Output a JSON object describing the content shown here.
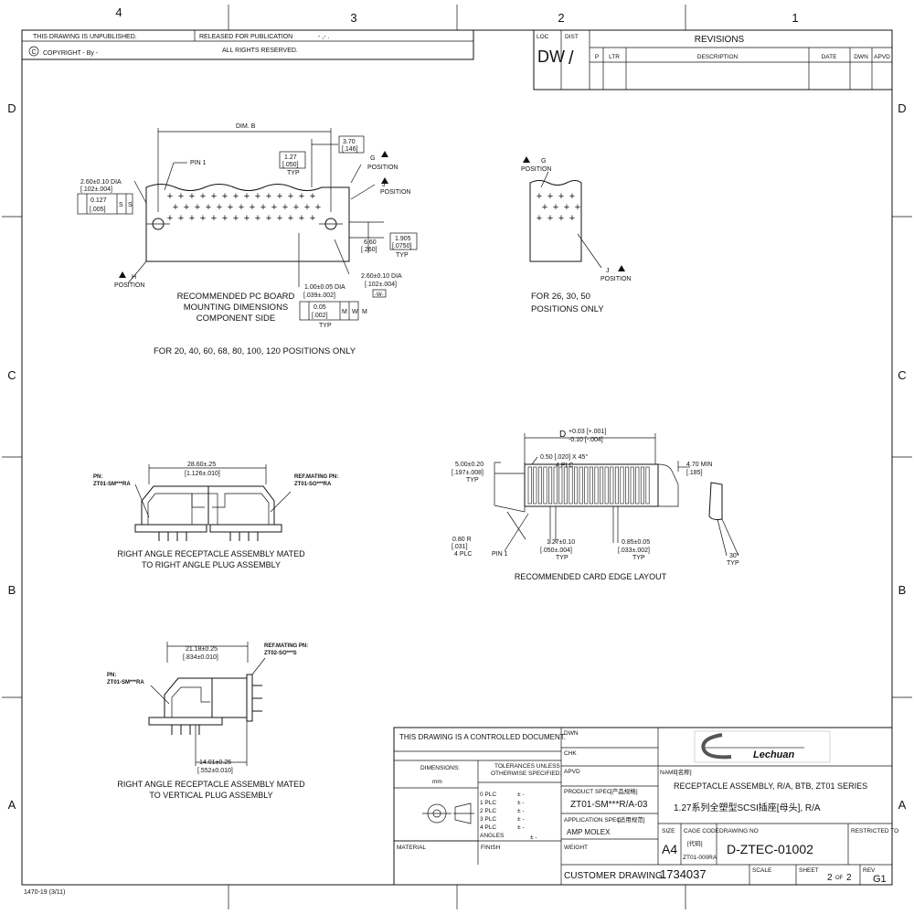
{
  "zones": {
    "top": [
      "4",
      "3",
      "2",
      "1"
    ],
    "side": [
      "D",
      "C",
      "B",
      "A"
    ]
  },
  "header": {
    "unpublished": "THIS DRAWING IS UNPUBLISHED.",
    "released": "RELEASED FOR PUBLICATION",
    "released_value": "- ,-   .",
    "copyright": "COPYRIGHT  -     By  -",
    "copyright_symbol": "C",
    "rights": "ALL RIGHTS RESERVED.",
    "loc_label": "LOC",
    "loc_value": "DW",
    "dist_label": "DIST",
    "dist_value": "/"
  },
  "revisions": {
    "title": "REVISIONS",
    "columns": [
      "P",
      "LTR",
      "DESCRIPTION",
      "DATE",
      "DWN",
      "APVD"
    ]
  },
  "view1": {
    "dim_b": "DIM. B",
    "pin1": "PIN 1",
    "hole_dia": "2.60±0.10 DIA",
    "hole_dia_in": "[.102±.004]",
    "fcf1_val": "0.127",
    "fcf1_in": "[.005]",
    "fcf1_mods": [
      "S",
      "S"
    ],
    "pitch": "1.27",
    "pitch_in": "[.050]",
    "pitch_typ": "TYP",
    "edge": "3.70",
    "edge_in": "[.146]",
    "g_pos": "G",
    "j_pos": "J",
    "position": "POSITION",
    "row_pitch": "1.905",
    "row_pitch_in": "[.0750]",
    "row_typ": "TYP",
    "height": "6.60",
    "height_in": "[.260]",
    "h_pos": "H",
    "pin_dia": "1.00±0.05 DIA",
    "pin_dia_in": "[.039±.002]",
    "fcf2_val": "0.05",
    "fcf2_in": "[.002]",
    "fcf2_mods": [
      "M",
      "W",
      "M"
    ],
    "fcf2_typ": "TYP",
    "hole_dia2": "2.60±0.10 DIA",
    "hole_dia2_in": "[.102±.004]",
    "datum_w": "-W-",
    "note1": "RECOMMENDED PC BOARD",
    "note2": "MOUNTING DIMENSIONS",
    "note3": "COMPONENT SIDE",
    "for_positions": "FOR 20, 40, 60, 68, 80, 100, 120 POSITIONS ONLY"
  },
  "view2": {
    "g_pos": "G",
    "j_pos": "J",
    "position": "POSITION",
    "note1": "FOR 26, 30, 50",
    "note2": "POSITIONS ONLY"
  },
  "view3": {
    "dim": "28.60±.25",
    "dim_in": "[1.126±.010]",
    "pn_label": "PN:",
    "pn_value": "ZT01-SM***RA",
    "ref_label": "REF.MATING PN:",
    "ref_value": "ZT01-SO***RA",
    "caption1": "RIGHT ANGLE RECEPTACLE ASSEMBLY MATED",
    "caption2": "TO RIGHT ANGLE PLUG ASSEMBLY"
  },
  "view4": {
    "dim_top": "21.18±0.25",
    "dim_top_in": "[.834±0.010]",
    "ref_label": "REF.MATING PN:",
    "ref_value": "ZT02-SO***S",
    "pn_label": "PN:",
    "pn_value": "ZT01-SM***RA",
    "dim_bot": "14.01±0.25",
    "dim_bot_in": "[.552±0.010]",
    "caption1": "RIGHT ANGLE RECEPTACLE ASSEMBLY MATED",
    "caption2": "TO VERTICAL PLUG ASSEMBLY"
  },
  "view5": {
    "d_dim": "D",
    "d_plus": "+0.03  [+.001]",
    "d_minus": "-0.10  [-.004]",
    "chamfer": "0.50 [.020] X 45°",
    "chamfer_plc": "4 PLC",
    "left": "5.00±0.20",
    "left_in": "[.197±.008]",
    "left_typ": "TYP",
    "min": "4.70 MIN",
    "min_in": "[.185]",
    "radius": "0.80  R",
    "radius_in": "[.031]",
    "radius_plc": "4 PLC",
    "pin1": "PIN 1",
    "pitch": "1.27±0.10",
    "pitch_in": "[.050±.004]",
    "pitch_typ": "TYP",
    "width": "0.85±0.05",
    "width_in": "[.033±.002]",
    "width_typ": "TYP",
    "angle": "30°",
    "angle_typ": "TYP",
    "caption": "RECOMMENDED CARD EDGE LAYOUT"
  },
  "title_block": {
    "controlled": "THIS DRAWING IS A CONTROLLED DOCUMENT.",
    "dwn": "DWN",
    "chk": "CHK",
    "apvd": "APVD",
    "dimensions": "DIMENSIONS:",
    "units": "mm",
    "tolerances1": "TOLERANCES UNLESS",
    "tolerances2": "OTHERWISE SPECIFIED:",
    "plc_rows": [
      "0 PLC",
      "1 PLC",
      "2 PLC",
      "3 PLC",
      "4 PLC",
      "ANGLES"
    ],
    "plc_values": [
      "± -",
      "± -",
      "± -",
      "± -",
      "± -",
      "± -"
    ],
    "material": "MATERIAL",
    "finish": "FINISH",
    "product_spec_label": "PRODUCT SPEC",
    "product_spec_cn": "[产品规格]",
    "product_spec": "ZT01-SM***R/A-03",
    "app_spec_label": "APPLICATION SPEC",
    "app_spec_cn": "[适用规范]",
    "app_spec": "AMP MOLEX",
    "weight": "WEIGHT",
    "logo_text": "Lechuan",
    "name_label": "NAME",
    "name_cn": "[名称]",
    "name1": "RECEPTACLE ASSEMBLY, R/A, BTB, ZT01 SERIES",
    "name2": "1.27系列全塑型SCSI插座[母头], R/A",
    "size_label": "SIZE",
    "size": "A4",
    "cage_label": "CAGE CODE",
    "cage_cn": "[代码]",
    "cage": "ZT01-000RA",
    "dwgno_label": "DRAWING NO",
    "dwgno": "D-ZTEC-01002",
    "restricted": "RESTRICTED TO",
    "customer_label": "CUSTOMER DRAWING",
    "customer_no": "1734037",
    "scale_label": "SCALE",
    "sheet_label": "SHEET",
    "sheet": "2",
    "sheet_of": "OF",
    "sheet_total": "2",
    "rev_label": "REV",
    "rev": "G1"
  },
  "footer": "1470-19  (3/11)"
}
